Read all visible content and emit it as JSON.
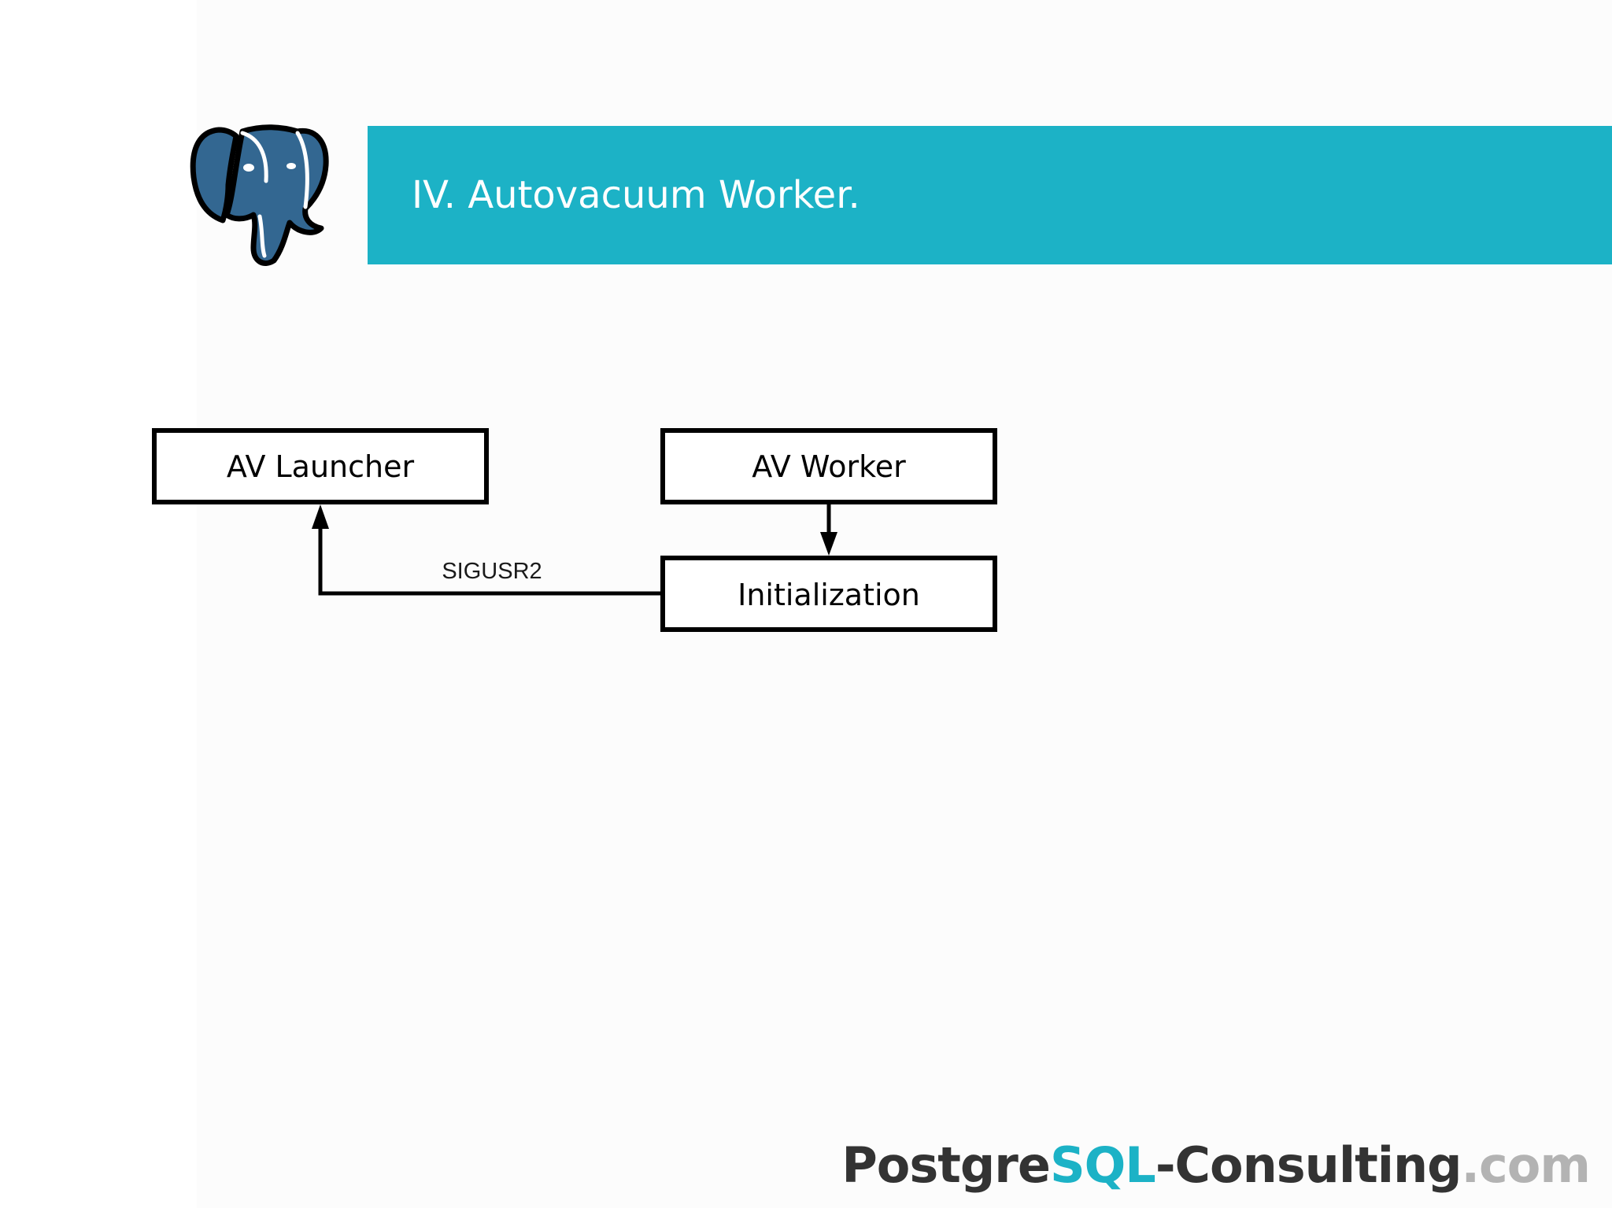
{
  "slide": {
    "title": "IV. Autovacuum Worker."
  },
  "logo": {
    "icon": "postgresql-elephant-icon"
  },
  "diagram": {
    "nodes": {
      "launcher": "AV Launcher",
      "worker": "AV Worker",
      "initialization": "Initialization"
    },
    "edges": {
      "signal_label": "SIGUSR2"
    }
  },
  "footer": {
    "brand_part1": "Postgre",
    "brand_part2": "SQL",
    "brand_part3": "-Consulting",
    "brand_part4": ".com"
  },
  "colors": {
    "title_bar": "#1cb2c6",
    "elephant": "#336791",
    "brand_dark": "#333333",
    "brand_teal": "#1cb2c6",
    "brand_gray": "#b3b3b3"
  }
}
